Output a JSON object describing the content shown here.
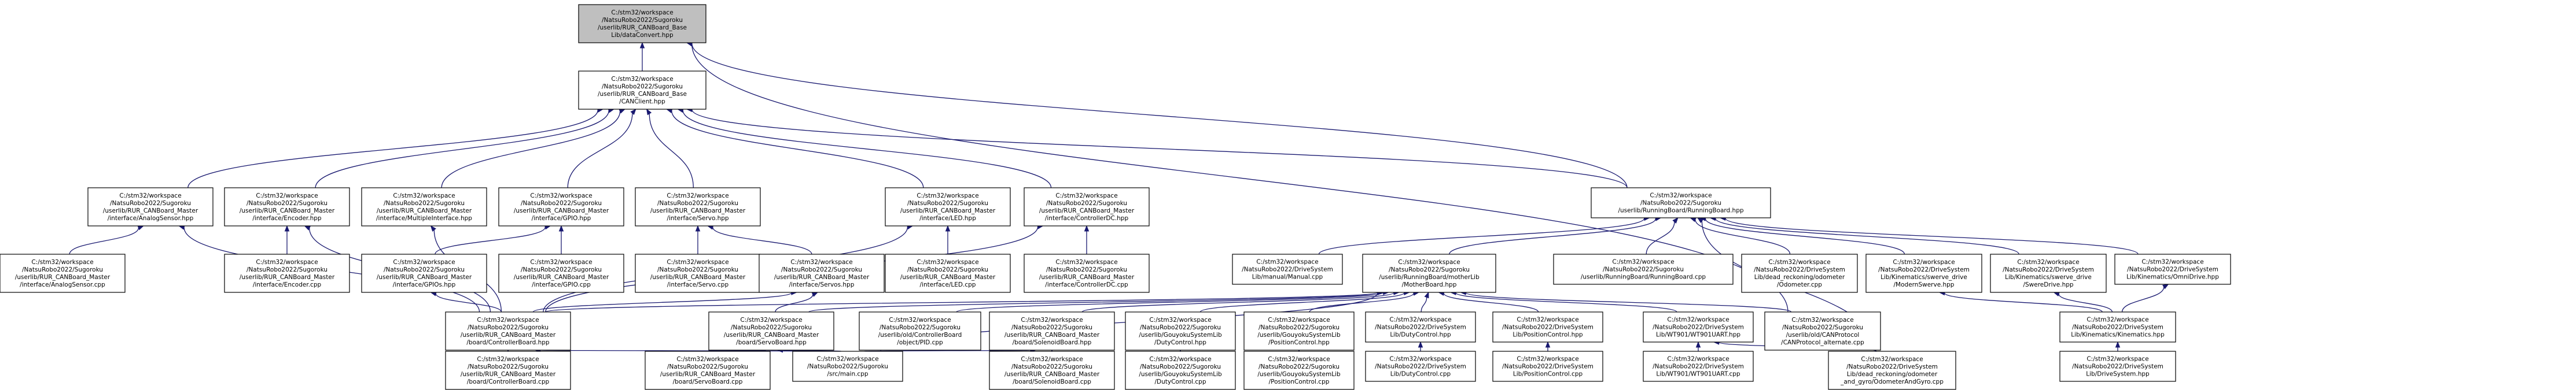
{
  "diagram": {
    "root": {
      "id": "root",
      "lines": [
        "C:/stm32/workspace",
        "/NatsuRobo2022/Sugoroku",
        "/userlib/RUR_CANBoard_Base",
        "Lib/dataConvert.hpp"
      ]
    },
    "nodes": [
      {
        "id": "canclient",
        "lines": [
          "C:/stm32/workspace",
          "/NatsuRobo2022/Sugoroku",
          "/userlib/RUR_CANBoard_Base",
          "/CANClient.hpp"
        ]
      },
      {
        "id": "analogsensor_hpp",
        "lines": [
          "C:/stm32/workspace",
          "/NatsuRobo2022/Sugoroku",
          "/userlib/RUR_CANBoard_Master",
          "/interface/AnalogSensor.hpp"
        ]
      },
      {
        "id": "encoder_hpp",
        "lines": [
          "C:/stm32/workspace",
          "/NatsuRobo2022/Sugoroku",
          "/userlib/RUR_CANBoard_Master",
          "/interface/Encoder.hpp"
        ]
      },
      {
        "id": "multipleinterface_hpp",
        "lines": [
          "C:/stm32/workspace",
          "/NatsuRobo2022/Sugoroku",
          "/userlib/RUR_CANBoard_Master",
          "/interface/MultipleInterface.hpp"
        ]
      },
      {
        "id": "gpio_hpp",
        "lines": [
          "C:/stm32/workspace",
          "/NatsuRobo2022/Sugoroku",
          "/userlib/RUR_CANBoard_Master",
          "/interface/GPIO.hpp"
        ]
      },
      {
        "id": "servo_hpp",
        "lines": [
          "C:/stm32/workspace",
          "/NatsuRobo2022/Sugoroku",
          "/userlib/RUR_CANBoard_Master",
          "/interface/Servo.hpp"
        ]
      },
      {
        "id": "led_hpp",
        "lines": [
          "C:/stm32/workspace",
          "/NatsuRobo2022/Sugoroku",
          "/userlib/RUR_CANBoard_Master",
          "/interface/LED.hpp"
        ]
      },
      {
        "id": "controllerdc_hpp",
        "lines": [
          "C:/stm32/workspace",
          "/NatsuRobo2022/Sugoroku",
          "/userlib/RUR_CANBoard_Master",
          "/interface/ControllerDC.hpp"
        ]
      },
      {
        "id": "runningboard_hpp",
        "lines": [
          "C:/stm32/workspace",
          "/NatsuRobo2022/Sugoroku",
          "/userlib/RunningBoard/RunningBoard.hpp"
        ]
      },
      {
        "id": "analogsensor_cpp",
        "lines": [
          "C:/stm32/workspace",
          "/NatsuRobo2022/Sugoroku",
          "/userlib/RUR_CANBoard_Master",
          "/interface/AnalogSensor.cpp"
        ]
      },
      {
        "id": "encoder_cpp",
        "lines": [
          "C:/stm32/workspace",
          "/NatsuRobo2022/Sugoroku",
          "/userlib/RUR_CANBoard_Master",
          "/interface/Encoder.cpp"
        ]
      },
      {
        "id": "gpios_hpp",
        "lines": [
          "C:/stm32/workspace",
          "/NatsuRobo2022/Sugoroku",
          "/userlib/RUR_CANBoard_Master",
          "/interface/GPIOs.hpp"
        ]
      },
      {
        "id": "gpio_cpp",
        "lines": [
          "C:/stm32/workspace",
          "/NatsuRobo2022/Sugoroku",
          "/userlib/RUR_CANBoard_Master",
          "/interface/GPIO.cpp"
        ]
      },
      {
        "id": "servo_cpp",
        "lines": [
          "C:/stm32/workspace",
          "/NatsuRobo2022/Sugoroku",
          "/userlib/RUR_CANBoard_Master",
          "/interface/Servo.cpp"
        ]
      },
      {
        "id": "servos_hpp",
        "lines": [
          "C:/stm32/workspace",
          "/NatsuRobo2022/Sugoroku",
          "/userlib/RUR_CANBoard_Master",
          "/interface/Servos.hpp"
        ]
      },
      {
        "id": "led_cpp",
        "lines": [
          "C:/stm32/workspace",
          "/NatsuRobo2022/Sugoroku",
          "/userlib/RUR_CANBoard_Master",
          "/interface/LED.cpp"
        ]
      },
      {
        "id": "controllerdc_cpp",
        "lines": [
          "C:/stm32/workspace",
          "/NatsuRobo2022/Sugoroku",
          "/userlib/RUR_CANBoard_Master",
          "/interface/ControllerDC.cpp"
        ]
      },
      {
        "id": "manual_cpp",
        "lines": [
          "C:/stm32/workspace",
          "/NatsuRobo2022/DriveSystem",
          "Lib/manual/Manual.cpp"
        ]
      },
      {
        "id": "motherboard_hpp",
        "lines": [
          "C:/stm32/workspace",
          "/NatsuRobo2022/Sugoroku",
          "/userlib/RunningBoard/motherLib",
          "/MotherBoard.hpp"
        ]
      },
      {
        "id": "runningboard_cpp",
        "lines": [
          "C:/stm32/workspace",
          "/NatsuRobo2022/Sugoroku",
          "/userlib/RunningBoard/RunningBoard.cpp"
        ]
      },
      {
        "id": "odometer_cpp",
        "lines": [
          "C:/stm32/workspace",
          "/NatsuRobo2022/DriveSystem",
          "Lib/dead_reckoning/odometer",
          "/Odometer.cpp"
        ]
      },
      {
        "id": "modernswerve_hpp",
        "lines": [
          "C:/stm32/workspace",
          "/NatsuRobo2022/DriveSystem",
          "Lib/Kinematics/swerve_drive",
          "/ModernSwerve.hpp"
        ]
      },
      {
        "id": "swervedrive_hpp",
        "lines": [
          "C:/stm32/workspace",
          "/NatsuRobo2022/DriveSystem",
          "Lib/Kinematics/swerve_drive",
          "/SwereDrive.hpp"
        ]
      },
      {
        "id": "omnidrive_hpp",
        "lines": [
          "C:/stm32/workspace",
          "/NatsuRobo2022/DriveSystem",
          "Lib/Kinematics/OmniDrive.hpp"
        ]
      },
      {
        "id": "controllerboard_hpp",
        "lines": [
          "C:/stm32/workspace",
          "/NatsuRobo2022/Sugoroku",
          "/userlib/RUR_CANBoard_Master",
          "/board/ControllerBoard.hpp"
        ]
      },
      {
        "id": "servoboard_hpp",
        "lines": [
          "C:/stm32/workspace",
          "/NatsuRobo2022/Sugoroku",
          "/userlib/RUR_CANBoard_Master",
          "/board/ServoBoard.hpp"
        ]
      },
      {
        "id": "pid_cpp",
        "lines": [
          "C:/stm32/workspace",
          "/NatsuRobo2022/Sugoroku",
          "/userlib/old/ControllerBoard",
          "/object/PID.cpp"
        ]
      },
      {
        "id": "solenoidboard_hpp",
        "lines": [
          "C:/stm32/workspace",
          "/NatsuRobo2022/Sugoroku",
          "/userlib/RUR_CANBoard_Master",
          "/board/SolenoidBoard.hpp"
        ]
      },
      {
        "id": "dutycontrol_hpp_gs",
        "lines": [
          "C:/stm32/workspace",
          "/NatsuRobo2022/Sugoroku",
          "/userlib/GouyokuSystemLib",
          "/DutyControl.hpp"
        ]
      },
      {
        "id": "positioncontrol_hpp_gs",
        "lines": [
          "C:/stm32/workspace",
          "/NatsuRobo2022/Sugoroku",
          "/userlib/GouyokuSystemLib",
          "/PositionControl.hpp"
        ]
      },
      {
        "id": "dutycontrol_hpp_ds",
        "lines": [
          "C:/stm32/workspace",
          "/NatsuRobo2022/DriveSystem",
          "Lib/DutyControl.hpp"
        ]
      },
      {
        "id": "positioncontrol_hpp_ds",
        "lines": [
          "C:/stm32/workspace",
          "/NatsuRobo2022/DriveSystem",
          "Lib/PositionControl.hpp"
        ]
      },
      {
        "id": "uart_hpp",
        "lines": [
          "C:/stm32/workspace",
          "/NatsuRobo2022/DriveSystem",
          "Lib/WT901/WT901UART.hpp"
        ]
      },
      {
        "id": "canprotocol_cpp",
        "lines": [
          "C:/stm32/workspace",
          "/NatsuRobo2022/Sugoroku",
          "/userlib/old/CANProtocol",
          "/CANProtocol_alternate.cpp"
        ]
      },
      {
        "id": "kinematics_hpp",
        "lines": [
          "C:/stm32/workspace",
          "/NatsuRobo2022/DriveSystem",
          "Lib/Kinematics/Kinematics.hpp"
        ]
      },
      {
        "id": "controllerboard_cpp",
        "lines": [
          "C:/stm32/workspace",
          "/NatsuRobo2022/Sugoroku",
          "/userlib/RUR_CANBoard_Master",
          "/board/ControllerBoard.cpp"
        ]
      },
      {
        "id": "servoboard_cpp",
        "lines": [
          "C:/stm32/workspace",
          "/NatsuRobo2022/Sugoroku",
          "/userlib/RUR_CANBoard_Master",
          "/board/ServoBoard.cpp"
        ]
      },
      {
        "id": "main_cpp",
        "lines": [
          "C:/stm32/workspace",
          "/NatsuRobo2022/Sugoroku",
          "/src/main.cpp"
        ]
      },
      {
        "id": "solenoidboard_cpp",
        "lines": [
          "C:/stm32/workspace",
          "/NatsuRobo2022/Sugoroku",
          "/userlib/RUR_CANBoard_Master",
          "/board/SolenoidBoard.cpp"
        ]
      },
      {
        "id": "dutycontrol_cpp_gs",
        "lines": [
          "C:/stm32/workspace",
          "/NatsuRobo2022/Sugoroku",
          "/userlib/GouyokuSystemLib",
          "/DutyControl.cpp"
        ]
      },
      {
        "id": "positioncontrol_cpp_gs",
        "lines": [
          "C:/stm32/workspace",
          "/NatsuRobo2022/Sugoroku",
          "/userlib/GouyokuSystemLib",
          "/PositionControl.cpp"
        ]
      },
      {
        "id": "dutycontrol_cpp_ds",
        "lines": [
          "C:/stm32/workspace",
          "/NatsuRobo2022/DriveSystem",
          "Lib/DutyControl.cpp"
        ]
      },
      {
        "id": "positioncontrol_cpp_ds",
        "lines": [
          "C:/stm32/workspace",
          "/NatsuRobo2022/DriveSystem",
          "Lib/PositionControl.cpp"
        ]
      },
      {
        "id": "uart_cpp",
        "lines": [
          "C:/stm32/workspace",
          "/NatsuRobo2022/DriveSystem",
          "Lib/WT901/WT901UART.cpp"
        ]
      },
      {
        "id": "odometer_and_gyro_cpp",
        "lines": [
          "C:/stm32/workspace",
          "/NatsuRobo2022/DriveSystem",
          "Lib/dead_reckoning/odometer",
          "_and_gyro/OdometerAndGyro.cpp"
        ]
      },
      {
        "id": "drivesystem_hpp",
        "lines": [
          "C:/stm32/workspace",
          "/NatsuRobo2022/DriveSystem",
          "Lib/DriveSystem.hpp"
        ]
      }
    ],
    "edges": [
      [
        "canclient",
        "root"
      ],
      [
        "runningboard_hpp",
        "root"
      ],
      [
        "canprotocol_cpp",
        "root"
      ],
      [
        "analogsensor_hpp",
        "canclient"
      ],
      [
        "encoder_hpp",
        "canclient"
      ],
      [
        "multipleinterface_hpp",
        "canclient"
      ],
      [
        "gpio_hpp",
        "canclient"
      ],
      [
        "servo_hpp",
        "canclient"
      ],
      [
        "led_hpp",
        "canclient"
      ],
      [
        "controllerdc_hpp",
        "canclient"
      ],
      [
        "runningboard_hpp",
        "canclient"
      ],
      [
        "analogsensor_cpp",
        "analogsensor_hpp"
      ],
      [
        "controllerboard_hpp",
        "analogsensor_hpp"
      ],
      [
        "encoder_cpp",
        "encoder_hpp"
      ],
      [
        "controllerboard_hpp",
        "encoder_hpp"
      ],
      [
        "controllerboard_hpp",
        "multipleinterface_hpp"
      ],
      [
        "gpios_hpp",
        "gpio_hpp"
      ],
      [
        "gpio_cpp",
        "gpio_hpp"
      ],
      [
        "servo_cpp",
        "servo_hpp"
      ],
      [
        "servos_hpp",
        "servo_hpp"
      ],
      [
        "led_cpp",
        "led_hpp"
      ],
      [
        "controllerboard_hpp",
        "led_hpp"
      ],
      [
        "controllerdc_cpp",
        "controllerdc_hpp"
      ],
      [
        "controllerboard_hpp",
        "controllerdc_hpp"
      ],
      [
        "controllerboard_hpp",
        "gpios_hpp"
      ],
      [
        "controllerboard_hpp",
        "servos_hpp"
      ],
      [
        "servoboard_hpp",
        "servos_hpp"
      ],
      [
        "manual_cpp",
        "runningboard_hpp"
      ],
      [
        "motherboard_hpp",
        "runningboard_hpp"
      ],
      [
        "runningboard_cpp",
        "runningboard_hpp"
      ],
      [
        "odometer_cpp",
        "runningboard_hpp"
      ],
      [
        "modernswerve_hpp",
        "runningboard_hpp"
      ],
      [
        "swervedrive_hpp",
        "runningboard_hpp"
      ],
      [
        "omnidrive_hpp",
        "runningboard_hpp"
      ],
      [
        "odometer_and_gyro_cpp",
        "runningboard_hpp"
      ],
      [
        "controllerboard_hpp",
        "motherboard_hpp"
      ],
      [
        "servoboard_hpp",
        "motherboard_hpp"
      ],
      [
        "pid_cpp",
        "motherboard_hpp"
      ],
      [
        "solenoidboard_hpp",
        "motherboard_hpp"
      ],
      [
        "dutycontrol_hpp_gs",
        "motherboard_hpp"
      ],
      [
        "positioncontrol_hpp_gs",
        "motherboard_hpp"
      ],
      [
        "dutycontrol_hpp_ds",
        "motherboard_hpp"
      ],
      [
        "positioncontrol_hpp_ds",
        "motherboard_hpp"
      ],
      [
        "uart_hpp",
        "motherboard_hpp"
      ],
      [
        "canprotocol_cpp",
        "motherboard_hpp"
      ],
      [
        "main_cpp",
        "motherboard_hpp"
      ],
      [
        "kinematics_hpp",
        "modernswerve_hpp"
      ],
      [
        "kinematics_hpp",
        "swervedrive_hpp"
      ],
      [
        "kinematics_hpp",
        "omnidrive_hpp"
      ],
      [
        "controllerboard_cpp",
        "controllerboard_hpp"
      ],
      [
        "main_cpp",
        "controllerboard_hpp"
      ],
      [
        "servoboard_cpp",
        "servoboard_hpp"
      ],
      [
        "main_cpp",
        "servoboard_hpp"
      ],
      [
        "solenoidboard_cpp",
        "solenoidboard_hpp"
      ],
      [
        "main_cpp",
        "solenoidboard_hpp"
      ],
      [
        "dutycontrol_cpp_gs",
        "dutycontrol_hpp_gs"
      ],
      [
        "positioncontrol_cpp_gs",
        "positioncontrol_hpp_gs"
      ],
      [
        "dutycontrol_cpp_ds",
        "dutycontrol_hpp_ds"
      ],
      [
        "positioncontrol_cpp_ds",
        "positioncontrol_hpp_ds"
      ],
      [
        "uart_cpp",
        "uart_hpp"
      ],
      [
        "odometer_and_gyro_cpp",
        "uart_hpp"
      ],
      [
        "drivesystem_hpp",
        "kinematics_hpp"
      ]
    ],
    "colors": {
      "edge": "#191970",
      "root_fill": "#bfbfbf",
      "node_fill": "#ffffff",
      "node_border": "#000000",
      "background": "#ffffff"
    }
  }
}
